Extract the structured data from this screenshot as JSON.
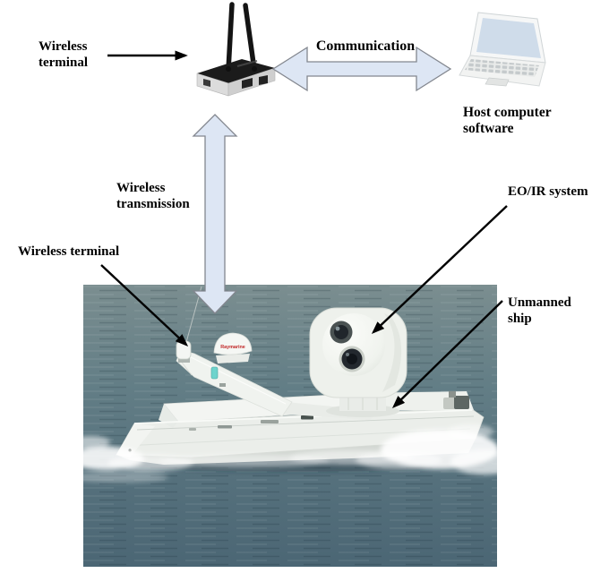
{
  "labels": {
    "wireless_terminal_top": {
      "line1": "Wireless",
      "line2": "terminal"
    },
    "communication": "Communication",
    "host_computer_software": {
      "line1": "Host computer",
      "line2": "software"
    },
    "wireless_transmission": {
      "line1": "Wireless",
      "line2": "transmission"
    },
    "wireless_terminal_ship": "Wireless terminal",
    "eo_ir_system": "EO/IR system",
    "unmanned_ship": {
      "line1": "Unmanned",
      "line2": "ship"
    }
  },
  "photo": {
    "radar_dome_brand": "Raymarine"
  },
  "icons": {
    "router": "wireless-router-icon",
    "laptop": "laptop-icon",
    "block_arrow_horizontal": "communication-double-arrow",
    "block_arrow_vertical": "wireless-transmission-double-arrow",
    "pointer_arrows": "black-pointer-arrow"
  },
  "colors": {
    "block_arrow_fill": "#dde6f4",
    "block_arrow_stroke": "#83878f",
    "pointer_arrow": "#000000",
    "sea_top": "#7b8e90",
    "sea_bottom": "#4b6674",
    "ship_hull": "#ebeeea",
    "eoir_body": "#eef1ec",
    "radar_brand_red": "#c22a2a"
  }
}
